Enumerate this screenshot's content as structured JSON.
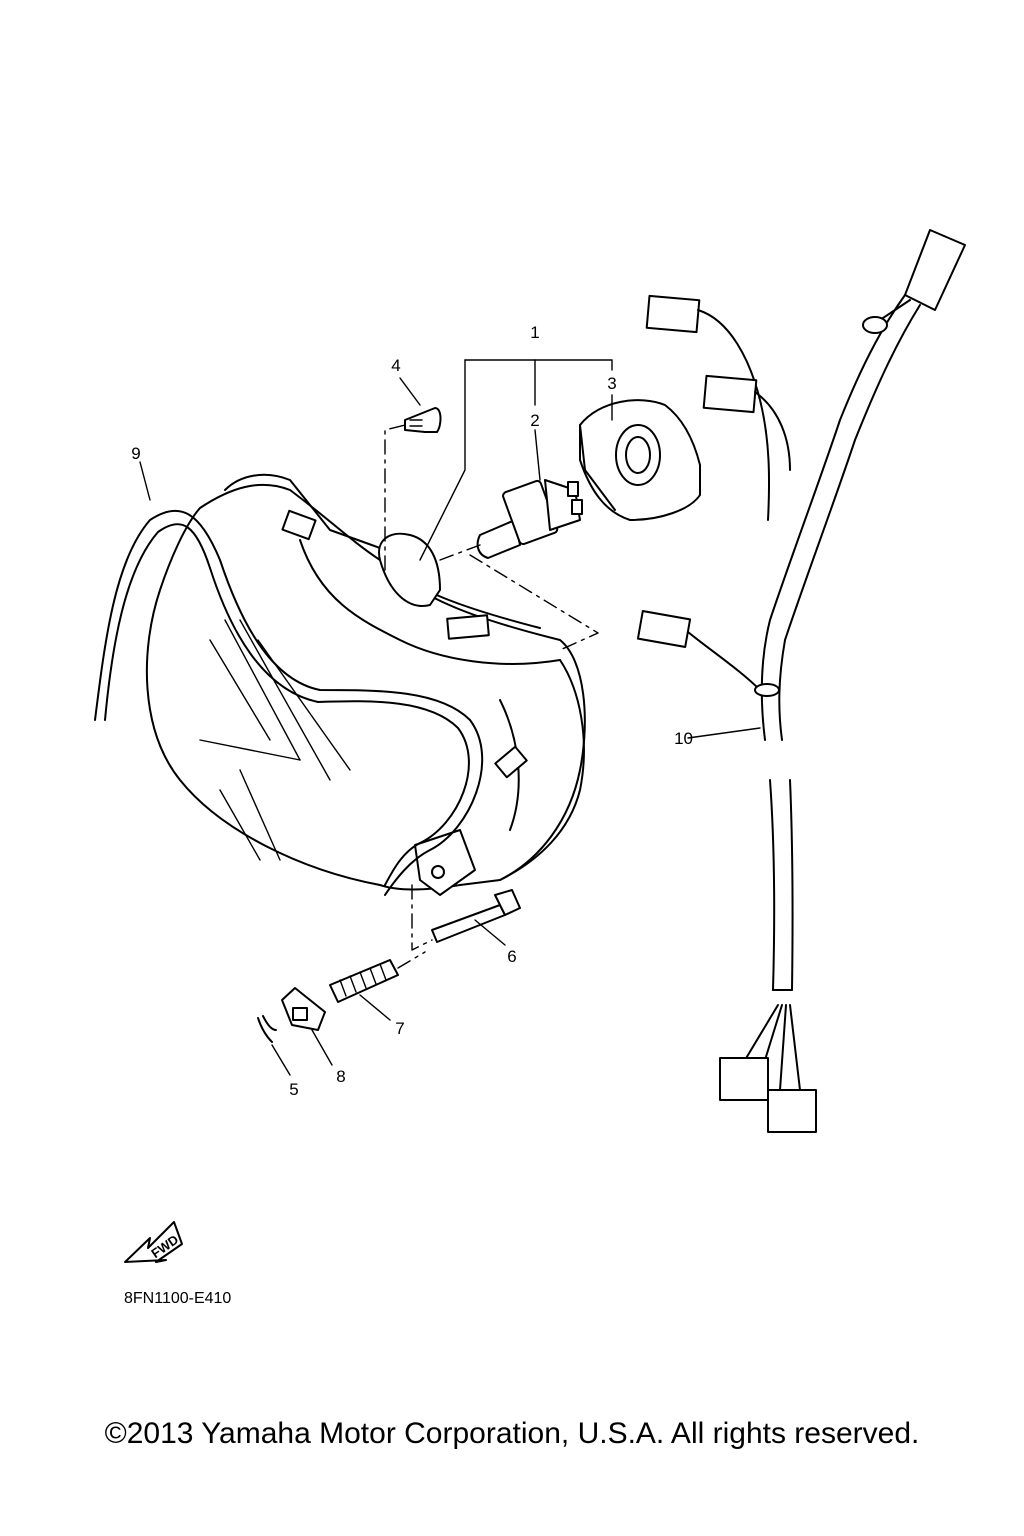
{
  "diagram": {
    "code": "8FN1100-E410",
    "fwd_label": "FWD",
    "copyright": "©2013 Yamaha Motor Corporation, U.S.A. All rights reserved.",
    "callouts": [
      {
        "id": "1",
        "label": "1"
      },
      {
        "id": "2",
        "label": "2"
      },
      {
        "id": "3",
        "label": "3"
      },
      {
        "id": "4",
        "label": "4"
      },
      {
        "id": "5",
        "label": "5"
      },
      {
        "id": "6",
        "label": "6"
      },
      {
        "id": "7",
        "label": "7"
      },
      {
        "id": "8",
        "label": "8"
      },
      {
        "id": "9",
        "label": "9"
      },
      {
        "id": "10",
        "label": "10"
      }
    ]
  }
}
